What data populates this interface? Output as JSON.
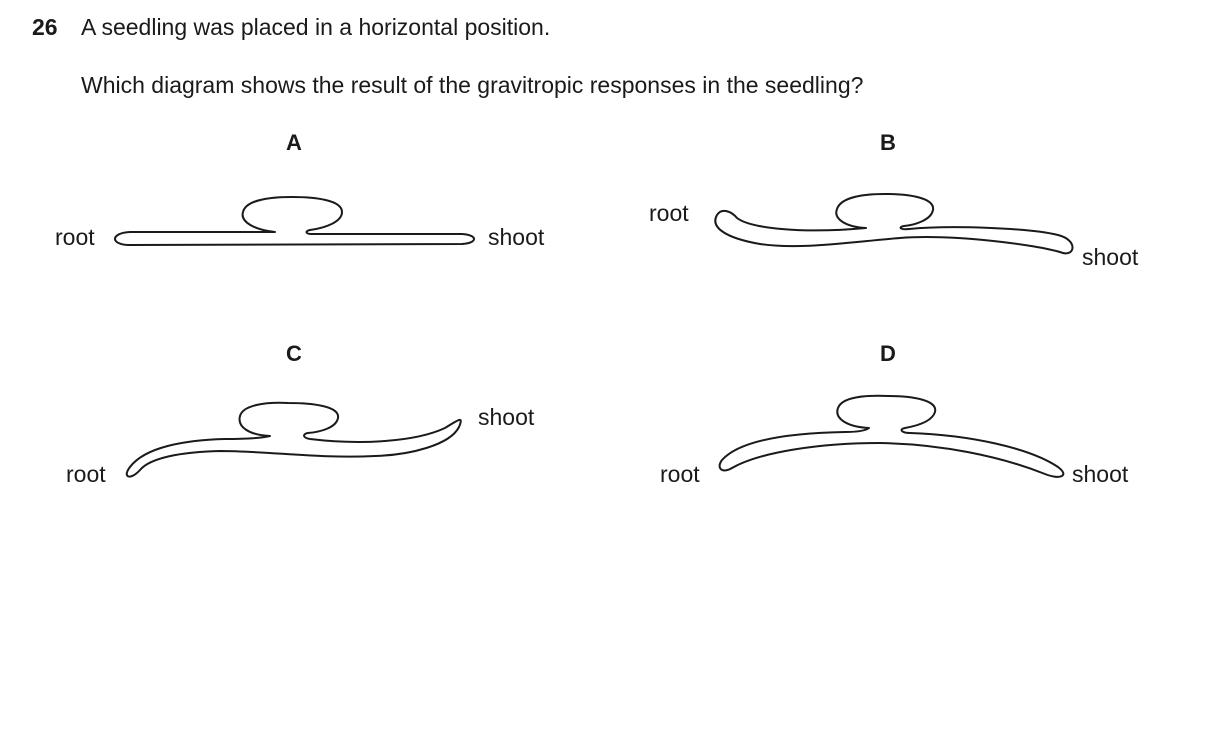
{
  "question": {
    "number": "26",
    "line1": "A seedling was placed in a horizontal position.",
    "line2": "Which diagram shows the result of the gravitropic responses in the seedling?"
  },
  "options": [
    {
      "letter": "A",
      "root_label": "root",
      "shoot_label": "shoot"
    },
    {
      "letter": "B",
      "root_label": "root",
      "shoot_label": "shoot"
    },
    {
      "letter": "C",
      "root_label": "root",
      "shoot_label": "shoot"
    },
    {
      "letter": "D",
      "root_label": "root",
      "shoot_label": "shoot"
    }
  ]
}
